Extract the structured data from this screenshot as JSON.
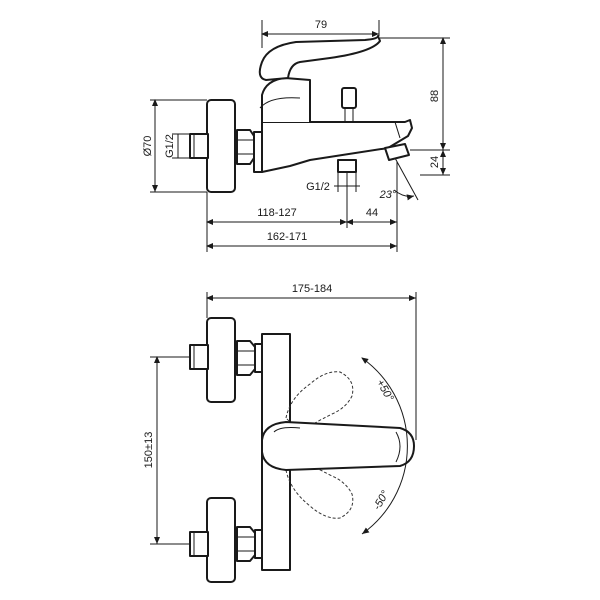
{
  "side_view": {
    "dim_top_width": "79",
    "dim_height_right": "88",
    "dim_spout_height": "24",
    "dim_outlet_diameter": "Ø70",
    "dim_thread_left": "G1/2",
    "dim_thread_bottom": "G1/2",
    "dim_spout_angle": "23°",
    "dim_projection_short": "118-127",
    "dim_outlet_offset": "44",
    "dim_projection_long": "162-171"
  },
  "front_view": {
    "dim_overall_width": "175-184",
    "dim_center_distance": "150±13",
    "dim_lever_rotation_up": "+50°",
    "dim_lever_rotation_down": "-50°"
  }
}
